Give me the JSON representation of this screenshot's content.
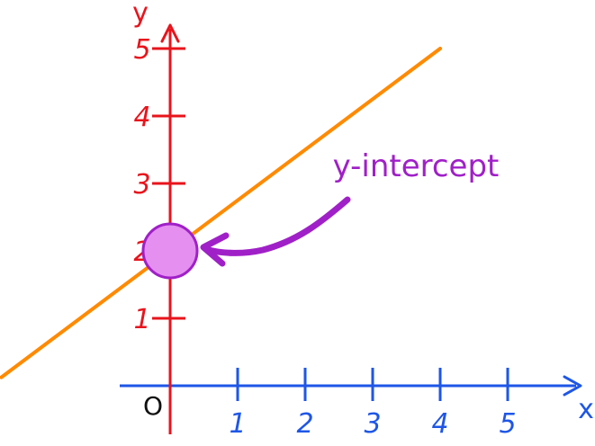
{
  "chart_data": {
    "type": "line",
    "x_axis": {
      "label": "x",
      "ticks": [
        "1",
        "2",
        "3",
        "4",
        "5"
      ],
      "color": "#1e56e6"
    },
    "y_axis": {
      "label": "y",
      "ticks": [
        "1",
        "2",
        "3",
        "4",
        "5"
      ],
      "color": "#e8141c"
    },
    "origin_label": "O",
    "series": [
      {
        "color": "#ff8a00",
        "slope": 0.75,
        "intercept": 2,
        "x": [
          -2.5,
          4
        ],
        "y": [
          0.125,
          5
        ]
      }
    ],
    "annotation": {
      "text": "y-intercept",
      "point": [
        0,
        2
      ],
      "color": "#a020c8",
      "fill": "#e58ff0"
    }
  }
}
